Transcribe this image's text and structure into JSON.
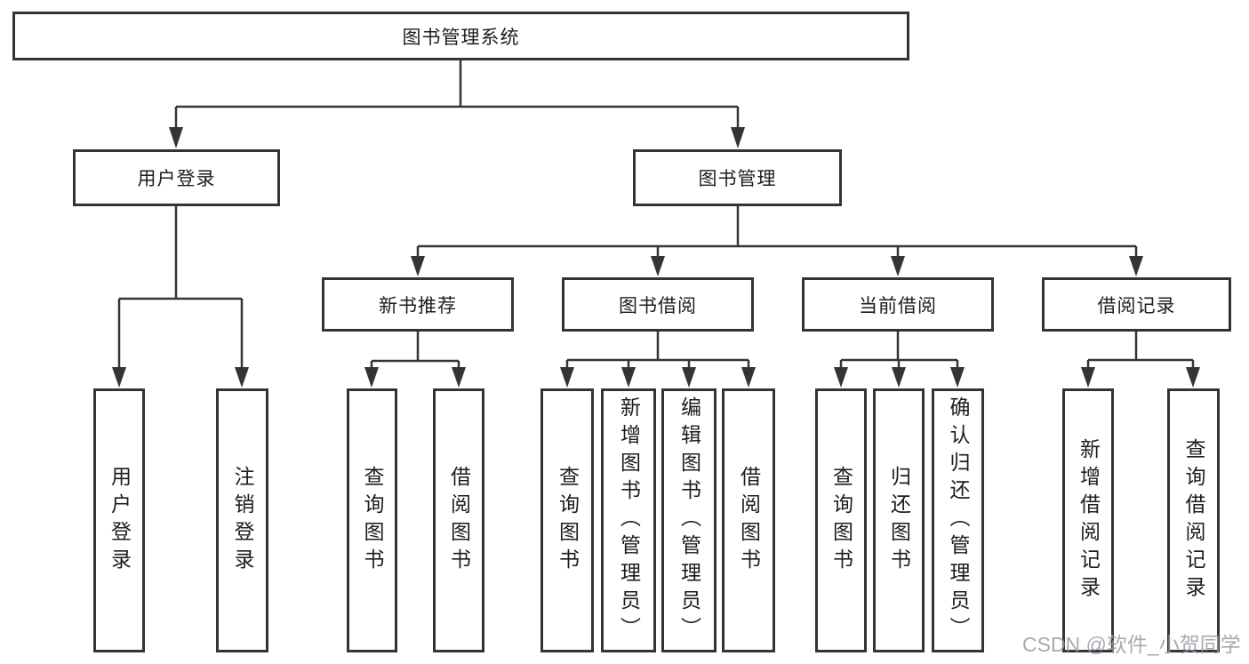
{
  "tree": {
    "label": "图书管理系统",
    "children": [
      {
        "label": "用户登录",
        "children": [
          {
            "label": "用户登录"
          },
          {
            "label": "注销登录"
          }
        ]
      },
      {
        "label": "图书管理",
        "children": [
          {
            "label": "新书推荐",
            "children": [
              {
                "label": "查询图书"
              },
              {
                "label": "借阅图书"
              }
            ]
          },
          {
            "label": "图书借阅",
            "children": [
              {
                "label": "查询图书"
              },
              {
                "label": "新增图书（管理员）"
              },
              {
                "label": "编辑图书（管理员）"
              },
              {
                "label": "借阅图书"
              }
            ]
          },
          {
            "label": "当前借阅",
            "children": [
              {
                "label": "查询图书"
              },
              {
                "label": "归还图书"
              },
              {
                "label": "确认归还（管理员）"
              }
            ]
          },
          {
            "label": "借阅记录",
            "children": [
              {
                "label": "新增借阅记录"
              },
              {
                "label": "查询借阅记录"
              }
            ]
          }
        ]
      }
    ]
  },
  "watermark": {
    "text": "CSDN @软件_小贺同学",
    "color": "#9aa0a8"
  },
  "colors": {
    "background": "#ffffff",
    "node_border": "#333436",
    "connector": "#333436",
    "text": "#1d1d1f"
  }
}
